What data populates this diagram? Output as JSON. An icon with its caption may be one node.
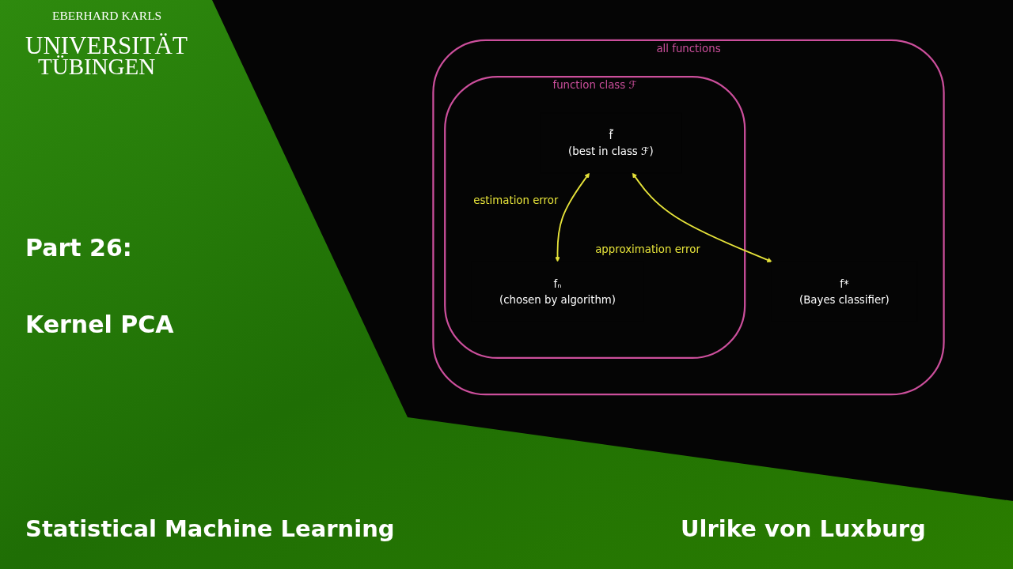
{
  "diagram": {
    "title": "Part 26: Kernel PCA",
    "nodes": [
      {
        "text": [
          "all functions"
        ]
      },
      {
        "text": [
          "function class ℱ"
        ],
        "in": 0
      },
      {
        "text": [
          "f̃",
          "(best in class ℱ)"
        ],
        "in": 1
      },
      {
        "text": [
          "fₙ",
          "(chosen by algorithm)"
        ],
        "in": 1
      },
      {
        "text": [
          "f*",
          "(Bayes classifier)"
        ],
        "in": 0
      }
    ],
    "edges": [
      {
        "from": 2,
        "to": 3,
        "arrow": "both",
        "label": "estimation error"
      },
      {
        "from": 2,
        "to": 4,
        "arrow": "both",
        "label": "approximation error"
      }
    ],
    "labels": [
      "EBERHARD KARLS",
      "UNIVERSITÄT",
      "TÜBINGEN",
      "Statistical Machine Learning",
      "Ulrike von Luxburg"
    ]
  }
}
